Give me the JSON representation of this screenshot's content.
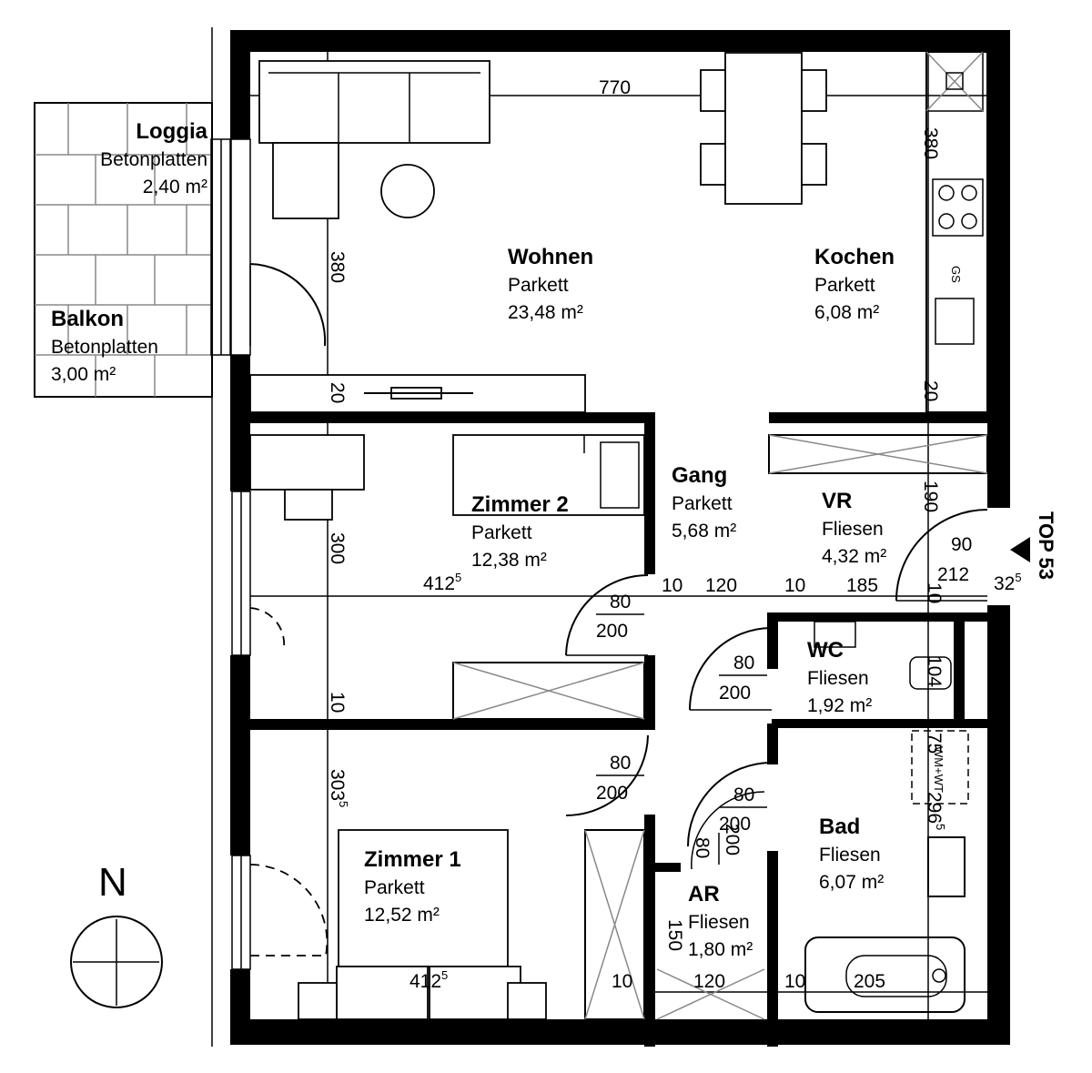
{
  "rooms": {
    "wohnen": {
      "name": "Wohnen",
      "floor": "Parkett",
      "area": "23,48 m²"
    },
    "kochen": {
      "name": "Kochen",
      "floor": "Parkett",
      "area": "6,08 m²"
    },
    "zimmer2": {
      "name": "Zimmer 2",
      "floor": "Parkett",
      "area": "12,38 m²"
    },
    "gang": {
      "name": "Gang",
      "floor": "Parkett",
      "area": "5,68 m²"
    },
    "vr": {
      "name": "VR",
      "floor": "Fliesen",
      "area": "4,32 m²"
    },
    "wc": {
      "name": "WC",
      "floor": "Fliesen",
      "area": "1,92 m²"
    },
    "bad": {
      "name": "Bad",
      "floor": "Fliesen",
      "area": "6,07 m²"
    },
    "zimmer1": {
      "name": "Zimmer 1",
      "floor": "Parkett",
      "area": "12,52 m²"
    },
    "ar": {
      "name": "AR",
      "floor": "Fliesen",
      "area": "1,80 m²"
    },
    "loggia": {
      "name": "Loggia",
      "floor": "Betonplatten",
      "area": "2,40 m²"
    },
    "balkon": {
      "name": "Balkon",
      "floor": "Betonplatten",
      "area": "3,00 m²"
    }
  },
  "dimensions": {
    "d770": "770",
    "d380a": "380",
    "d380b": "380",
    "d20a": "20",
    "d20b": "20",
    "d190": "190",
    "d300": "300",
    "d4125a": "412",
    "d4125b": "412",
    "sup5": "5",
    "d10a": "10",
    "d120a": "120",
    "d10b": "10",
    "d185": "185",
    "d10c": "10",
    "d90": "90",
    "d212": "212",
    "d325": "32",
    "d10d": "10",
    "d3035": "303",
    "d104": "104",
    "d75": "75",
    "d2965": "296",
    "d150": "150",
    "d10e": "10",
    "d120b": "120",
    "d10f": "10",
    "d205": "205",
    "door1_w": "80",
    "door1_h": "200",
    "door2_w": "80",
    "door2_h": "200",
    "door3_w": "80",
    "door3_h": "200",
    "door4_w": "80",
    "door4_h": "200",
    "door5_w": "80",
    "door5_h": "200"
  },
  "fixtures": {
    "gs": "GS",
    "wm_wt": "WM+WT"
  },
  "unit_label": "TOP 53",
  "north_label": "N"
}
